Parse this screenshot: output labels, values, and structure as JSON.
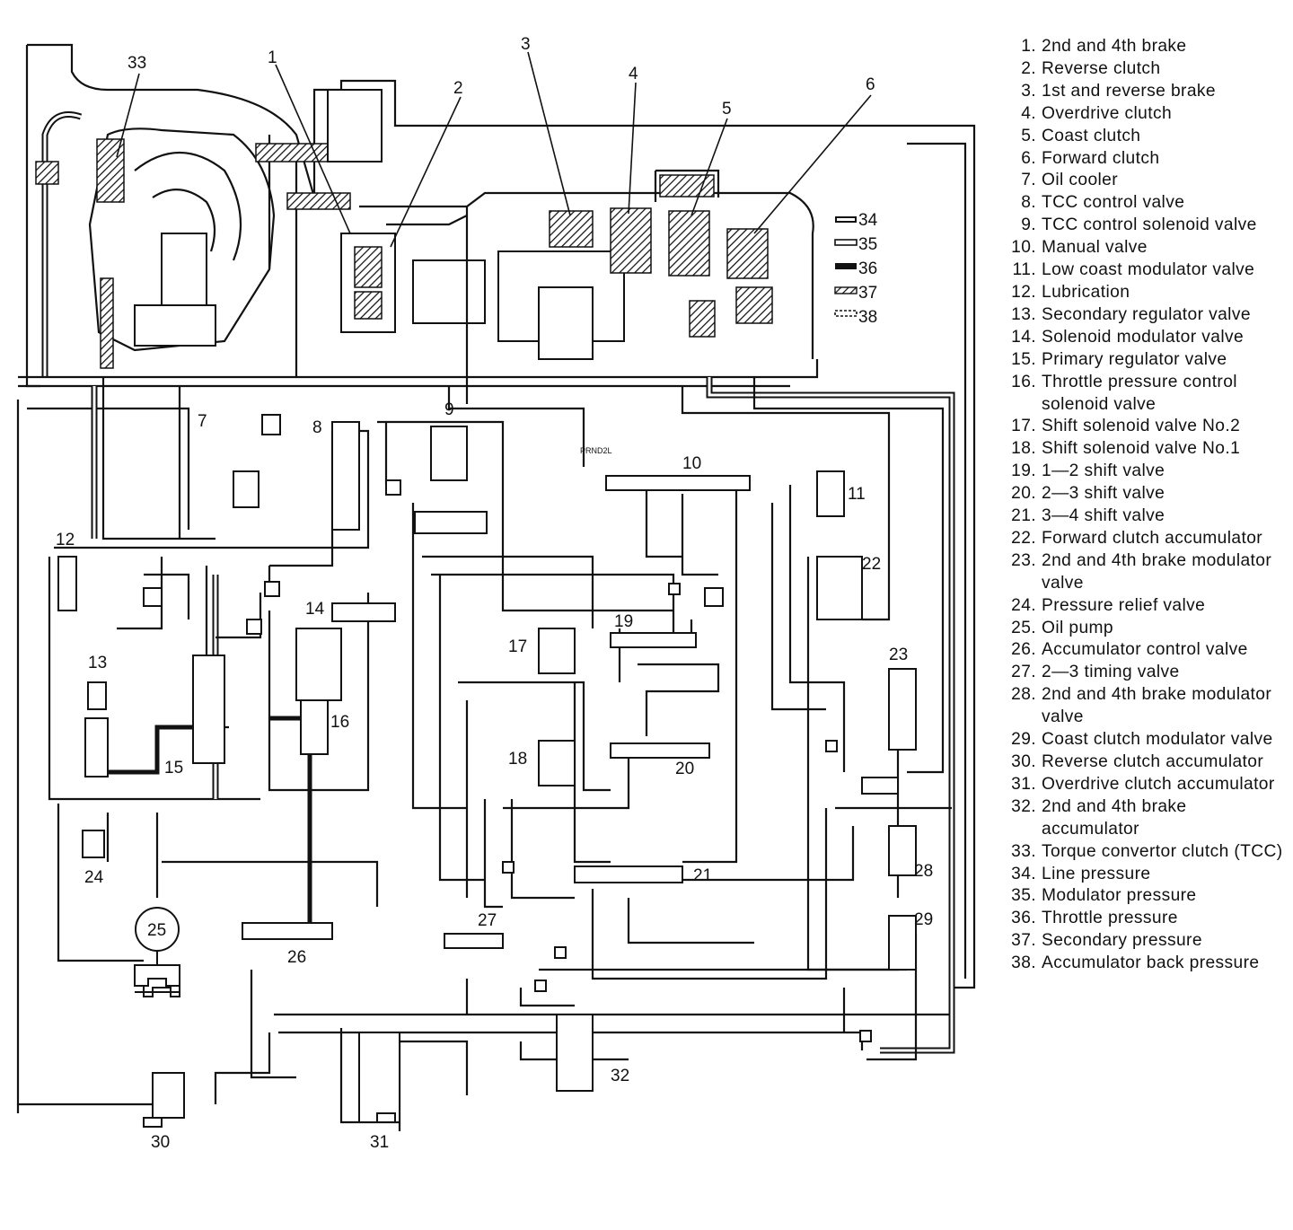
{
  "legend": [
    {
      "num": "1.",
      "text": "2nd and 4th brake"
    },
    {
      "num": "2.",
      "text": "Reverse clutch"
    },
    {
      "num": "3.",
      "text": "1st and reverse brake"
    },
    {
      "num": "4.",
      "text": "Overdrive clutch"
    },
    {
      "num": "5.",
      "text": "Coast clutch"
    },
    {
      "num": "6.",
      "text": "Forward clutch"
    },
    {
      "num": "7.",
      "text": "Oil cooler"
    },
    {
      "num": "8.",
      "text": "TCC control valve"
    },
    {
      "num": "9.",
      "text": "TCC control solenoid valve"
    },
    {
      "num": "10.",
      "text": "Manual valve"
    },
    {
      "num": "11.",
      "text": "Low coast modulator valve"
    },
    {
      "num": "12.",
      "text": "Lubrication"
    },
    {
      "num": "13.",
      "text": "Secondary regulator valve"
    },
    {
      "num": "14.",
      "text": "Solenoid modulator valve"
    },
    {
      "num": "15.",
      "text": "Primary regulator valve"
    },
    {
      "num": "16.",
      "text": "Throttle pressure control solenoid valve"
    },
    {
      "num": "17.",
      "text": "Shift solenoid valve No.2"
    },
    {
      "num": "18.",
      "text": "Shift solenoid valve No.1"
    },
    {
      "num": "19.",
      "text": "1—2 shift valve"
    },
    {
      "num": "20.",
      "text": "2—3 shift valve"
    },
    {
      "num": "21.",
      "text": "3—4 shift valve"
    },
    {
      "num": "22.",
      "text": "Forward clutch accumulator"
    },
    {
      "num": "23.",
      "text": "2nd and 4th brake modulator valve"
    },
    {
      "num": "24.",
      "text": "Pressure relief valve"
    },
    {
      "num": "25.",
      "text": "Oil pump"
    },
    {
      "num": "26.",
      "text": "Accumulator control valve"
    },
    {
      "num": "27.",
      "text": "2—3 timing valve"
    },
    {
      "num": "28.",
      "text": "2nd and 4th brake modulator valve"
    },
    {
      "num": "29.",
      "text": "Coast clutch modulator valve"
    },
    {
      "num": "30.",
      "text": "Reverse clutch accumulator"
    },
    {
      "num": "31.",
      "text": "Overdrive clutch accumulator"
    },
    {
      "num": "32.",
      "text": "2nd and 4th brake accumulator"
    },
    {
      "num": "33.",
      "text": "Torque convertor clutch (TCC)"
    },
    {
      "num": "34.",
      "text": "Line pressure"
    },
    {
      "num": "35.",
      "text": "Modulator pressure"
    },
    {
      "num": "36.",
      "text": "Throttle pressure"
    },
    {
      "num": "37.",
      "text": "Secondary pressure"
    },
    {
      "num": "38.",
      "text": "Accumulator back pressure"
    }
  ],
  "key": [
    {
      "label": "34",
      "style": "line"
    },
    {
      "label": "35",
      "style": "modulator"
    },
    {
      "label": "36",
      "style": "throttle"
    },
    {
      "label": "37",
      "style": "secondary"
    },
    {
      "label": "38",
      "style": "accumulator-back"
    }
  ],
  "callouts": {
    "c1": "1",
    "c2": "2",
    "c3": "3",
    "c4": "4",
    "c5": "5",
    "c6": "6",
    "c7": "7",
    "c8": "8",
    "c9": "9",
    "c10": "10",
    "c11": "11",
    "c12": "12",
    "c13": "13",
    "c14": "14",
    "c15": "15",
    "c16": "16",
    "c17": "17",
    "c18": "18",
    "c19": "19",
    "c20": "20",
    "c21": "21",
    "c22": "22",
    "c23": "23",
    "c24": "24",
    "c25": "25",
    "c26": "26",
    "c27": "27",
    "c28": "28",
    "c29": "29",
    "c30": "30",
    "c31": "31",
    "c32": "32",
    "c33": "33"
  },
  "selector_positions": "PRND2L"
}
